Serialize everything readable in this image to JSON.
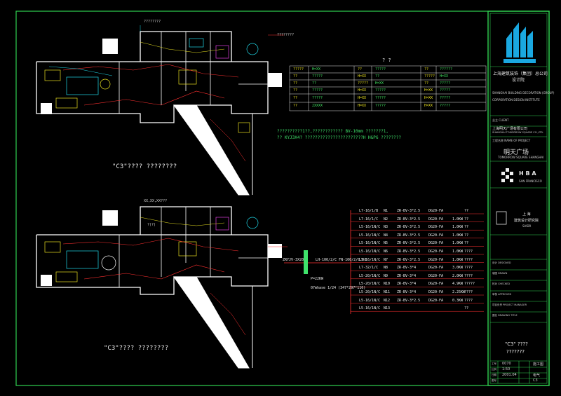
{
  "drawing": {
    "top_plan_caption": "\"C3\"???? ????????",
    "bottom_plan_caption": "\"C3\"???? ????????",
    "top_plan_dim_label": "????????",
    "bottom_plan_dim_label": "?(?)",
    "top_plan_header_label": "????????",
    "bottom_plan_header_label": "XX,XX,XX???"
  },
  "legend": {
    "title": "? ?",
    "rows": [
      [
        "?????",
        "H=XX",
        "??",
        "?????",
        "??",
        "??????"
      ],
      [
        "??",
        "?????",
        "H=XX",
        "??",
        "?????",
        "H=XX"
      ],
      [
        "??",
        "??",
        "?????",
        "H=XX",
        "??",
        "?????"
      ],
      [
        "??",
        "?????",
        "H=XX",
        "?????",
        "H=XX",
        "?????"
      ],
      [
        "??",
        "?????",
        "H=XX",
        "?????",
        "H=XX",
        "?????"
      ],
      [
        "??",
        "2XXXX",
        "H=XX",
        "?????",
        "H=XX",
        "?????"
      ]
    ]
  },
  "notes": {
    "line1": "??????????1??,????????????   BV-10mm ???????1,",
    "line2": "??  KYJ3X4?  ???????????????????????H             H&PG  ????????"
  },
  "panel": {
    "feeder_label": "ZRYJV-3X20",
    "breaker_label": "LH-100/2/C  FN-100/2/0.03",
    "power_label": "P=22KW",
    "cable_spec": "07mhase 1/24 (347*297*110)",
    "circuits": [
      {
        "breaker": "L7-16/1/B",
        "no": "N1",
        "cable": "ZR-BV-3*2.5",
        "pipe": "DG20-FA",
        "load": "",
        "use": "??"
      },
      {
        "breaker": "L7-16/1/C",
        "no": "N2",
        "cable": "ZR-BV-3*2.5",
        "pipe": "DG20-FA",
        "load": "1.0KW",
        "use": "??"
      },
      {
        "breaker": "L5-16/1N/C",
        "no": "N3",
        "cable": "ZR-BV-3*2.5",
        "pipe": "DG20-FA",
        "load": "1.0KW",
        "use": "??"
      },
      {
        "breaker": "L5-16/1N/C",
        "no": "N4",
        "cable": "ZR-BV-3*2.5",
        "pipe": "DG20-FA",
        "load": "1.0KW",
        "use": "??"
      },
      {
        "breaker": "L5-16/1N/C",
        "no": "N5",
        "cable": "ZR-BV-3*2.5",
        "pipe": "DG20-FA",
        "load": "1.0KW",
        "use": "??"
      },
      {
        "breaker": "L5-16/1N/C",
        "no": "N6",
        "cable": "ZR-BV-3*2.5",
        "pipe": "DG20-FA",
        "load": "1.0KW",
        "use": "????"
      },
      {
        "breaker": "L5-16/1N/C",
        "no": "N7",
        "cable": "ZR-BV-3*2.5",
        "pipe": "DG20-FA",
        "load": "1.0KW",
        "use": "????"
      },
      {
        "breaker": "L7-32/1/C",
        "no": "N8",
        "cable": "ZR-BV-3*4",
        "pipe": "DG20-FA",
        "load": "3.0KW",
        "use": "????"
      },
      {
        "breaker": "L5-20/1N/C",
        "no": "N9",
        "cable": "ZR-BV-3*4",
        "pipe": "DG20-FA",
        "load": "2.0KW",
        "use": "????"
      },
      {
        "breaker": "L5-20/1N/C",
        "no": "N10",
        "cable": "ZR-BV-3*4",
        "pipe": "DG20-FA",
        "load": "4.9KW",
        "use": "?????"
      },
      {
        "breaker": "L5-20/1N/C",
        "no": "N11",
        "cable": "ZR-BV-3*4",
        "pipe": "DG20-FA",
        "load": "2.25KW",
        "use": "????"
      },
      {
        "breaker": "L5-16/1N/C",
        "no": "N12",
        "cable": "ZR-BV-3*2.5",
        "pipe": "DG20-FA",
        "load": "0.3KW",
        "use": "????"
      },
      {
        "breaker": "L5-16/1N/C",
        "no": "N13",
        "cable": "",
        "pipe": "",
        "load": "",
        "use": "??"
      }
    ]
  },
  "title_block": {
    "company": "上海建筑装饰（集团）总公司",
    "company_sub": "设计院",
    "company_en1": "SHANGHAI BUILDING DECORATION (GROUP)",
    "company_en2": "CORPORATION DESIGN INSTITUTE",
    "client_label": "业主 CLIENT",
    "client": "上海明天广场有限公司",
    "client_en": "SHANGHAI TOMORROW SQUARE CO.,LTD.",
    "project_label": "工程名称 NAME OF PROJECT",
    "project": "明天广场",
    "project_en": "TOMORROW SQUARE SHANGHAI",
    "hba": "H B A",
    "hba_sub": "SAN FRANCISCO",
    "sh_inst1": "上 海",
    "sh_inst2": "建筑设计研究院",
    "sh_inst3": "SIADR",
    "field1": "设计 DESIGNED",
    "field2": "制图 DRAWN",
    "field3": "校对 CHECKED",
    "field4": "审核 APPROVED",
    "field5": "项目负责 PROJECT MANAGER",
    "field6": "图名 DRAWING TITLE",
    "drawing_title1": "\"C3\" ????",
    "drawing_title2": "???????",
    "job_no_label": "工号",
    "job_no": "0070",
    "phase": "施工图",
    "scale_label": "比例",
    "scale": "1:50",
    "date_label": "日期",
    "date": "2001.04",
    "sheet_label": "图号",
    "discipline": "电气",
    "sheet_no": "C3"
  },
  "colors": {
    "frame": "#30d050",
    "logo": "#1aa8e0",
    "wall": "#ffffff",
    "line_red": "#ff3030",
    "line_yellow": "#e8e020",
    "line_cyan": "#20d8e8",
    "line_magenta": "#e040e0"
  }
}
